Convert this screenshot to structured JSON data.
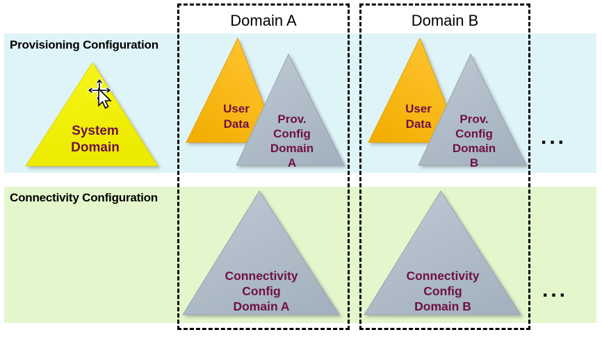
{
  "domains": {
    "a": "Domain A",
    "b": "Domain B"
  },
  "bands": {
    "provisioning_label": "Provisioning Configuration",
    "connectivity_label": "Connectivity Configuration"
  },
  "triangles": {
    "system_domain": "System\nDomain",
    "user_data_a": "User\nData",
    "prov_config_a": "Prov.\nConfig\nDomain\nA",
    "user_data_b": "User\nData",
    "prov_config_b": "Prov.\nConfig\nDomain\nB",
    "connectivity_a": "Connectivity\nConfig\nDomain A",
    "connectivity_b": "Connectivity\nConfig\nDomain B"
  },
  "ellipsis": {
    "provisioning": "...",
    "connectivity": "..."
  },
  "icons": {
    "cursor": "move-cursor-with-pointer"
  },
  "colors": {
    "provisioning_band": "#dff4f8",
    "connectivity_band": "#e4f6cb",
    "system_domain_fill": "#f2ef00",
    "user_data_fill": "#f8b504",
    "config_fill": "#aebbc7",
    "triangle_label_text": "#6e1043",
    "band_label_text": "#000000",
    "dashed_box": "#000000"
  }
}
